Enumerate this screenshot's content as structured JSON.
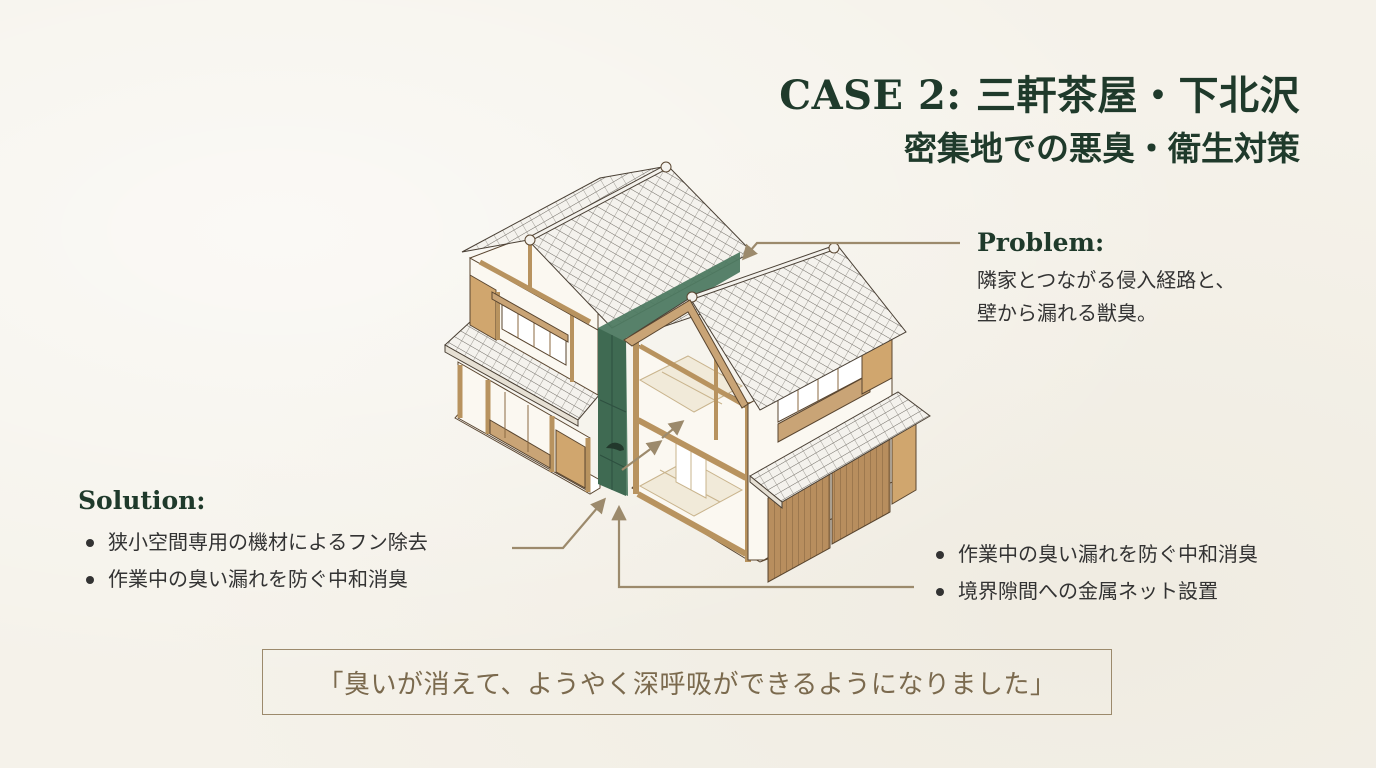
{
  "title": {
    "main": "CASE 2: 三軒茶屋・下北沢",
    "sub": "密集地での悪臭・衛生対策"
  },
  "problem": {
    "heading": "Problem:",
    "lines": [
      "隣家とつながる侵入経路と、",
      "壁から漏れる獣臭。"
    ]
  },
  "solution": {
    "heading": "Solution:",
    "items": [
      "狭小空間専用の機材によるフン除去",
      "作業中の臭い漏れを防ぐ中和消臭"
    ]
  },
  "right_bullets": {
    "items": [
      "作業中の臭い漏れを防ぐ中和消臭",
      "境界隙間への金属ネット設置"
    ]
  },
  "quote": "「臭いが消えて、ようやく深呼吸ができるようになりました」",
  "illustration": {
    "subject": "isometric cutaway of two adjoining traditional Japanese houses with a green-highlighted gap between them",
    "colors": {
      "wood": "#c9a476",
      "wood_dark": "#a88356",
      "roof": "#f3f1ec",
      "gap_green": "#4e7a62",
      "accent_line": "#9c8a6c",
      "title_green": "#1f3a2b"
    }
  }
}
